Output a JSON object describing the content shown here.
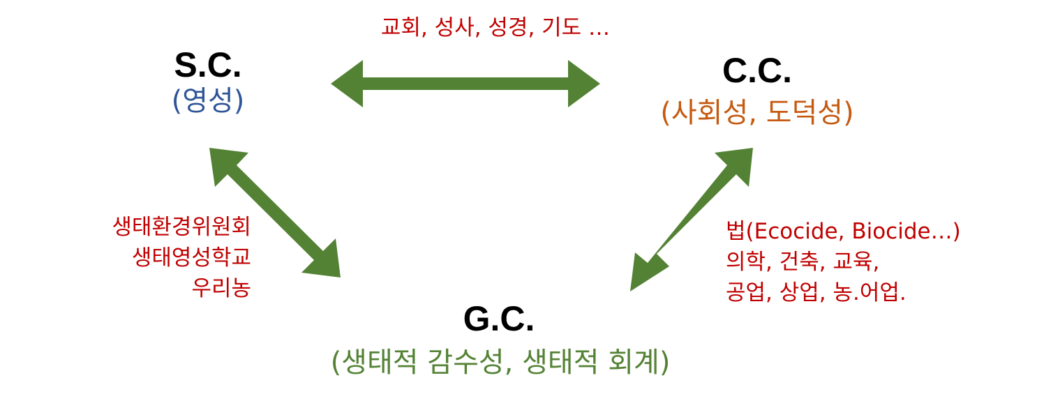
{
  "nodes": {
    "sc": {
      "title": "S.C.",
      "subtitle": "(영성)"
    },
    "cc": {
      "title": "C.C.",
      "subtitle": "(사회성, 도덕성)"
    },
    "gc": {
      "title": "G.C.",
      "subtitle": "(생태적 감수성, 생태적 회계)"
    }
  },
  "edges": {
    "sc_cc": {
      "label": "교회, 성사, 성경, 기도 …"
    },
    "sc_gc": {
      "lines": [
        "생태환경위원회",
        "생태영성학교",
        "우리농"
      ]
    },
    "cc_gc": {
      "lines": [
        "법(Ecocide, Biocide…)",
        "의학, 건축, 교육,",
        "공업, 상업, 농.어업."
      ]
    }
  },
  "colors": {
    "arrow": "#548235",
    "sc_sub": "#2f5597",
    "cc_sub": "#c55a11",
    "gc_sub": "#548235",
    "note": "#c00000",
    "title": "#000000"
  }
}
